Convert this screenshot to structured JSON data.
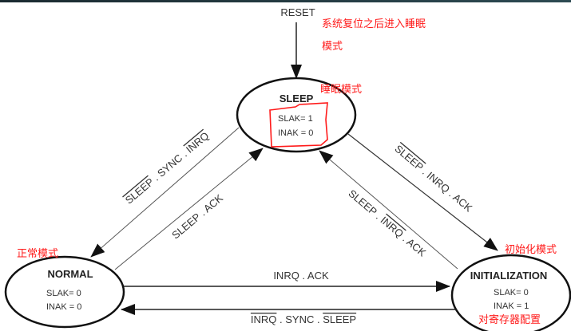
{
  "reset_label": "RESET",
  "states": {
    "sleep": {
      "name": "SLEEP",
      "slak": "SLAK= 1",
      "inak": "INAK = 0"
    },
    "normal": {
      "name": "NORMAL",
      "slak": "SLAK= 0",
      "inak": "INAK = 0"
    },
    "init": {
      "name": "INITIALIZATION",
      "slak": "SLAK= 0",
      "inak": "INAK = 1"
    }
  },
  "transitions": {
    "sleep_to_normal": {
      "t1": "SLEEP",
      "t2": " . SYNC . ",
      "t3": "INRQ"
    },
    "normal_to_sleep": {
      "t1": "SLEEP . ACK"
    },
    "sleep_to_init": {
      "t1": "SLEEP",
      "t2": " . INRQ . ACK"
    },
    "init_to_sleep": {
      "t1": "SLEEP . ",
      "t2": "INRQ",
      "t3": " . ACK"
    },
    "normal_to_init": {
      "t1": "INRQ . ACK"
    },
    "init_to_normal": {
      "t1": "INRQ",
      "t2": " . SYNC . ",
      "t3": "SLEEP"
    }
  },
  "annotations": {
    "reset_note_line1": "系统复位之后进入睡眠",
    "reset_note_line2": "模式",
    "sleep_note": "睡眠模式",
    "normal_note": "正常模式",
    "init_note": "初始化模式",
    "config_note": "对寄存器配置"
  },
  "colors": {
    "annotation": "#ff1a1a",
    "line": "#222222"
  }
}
